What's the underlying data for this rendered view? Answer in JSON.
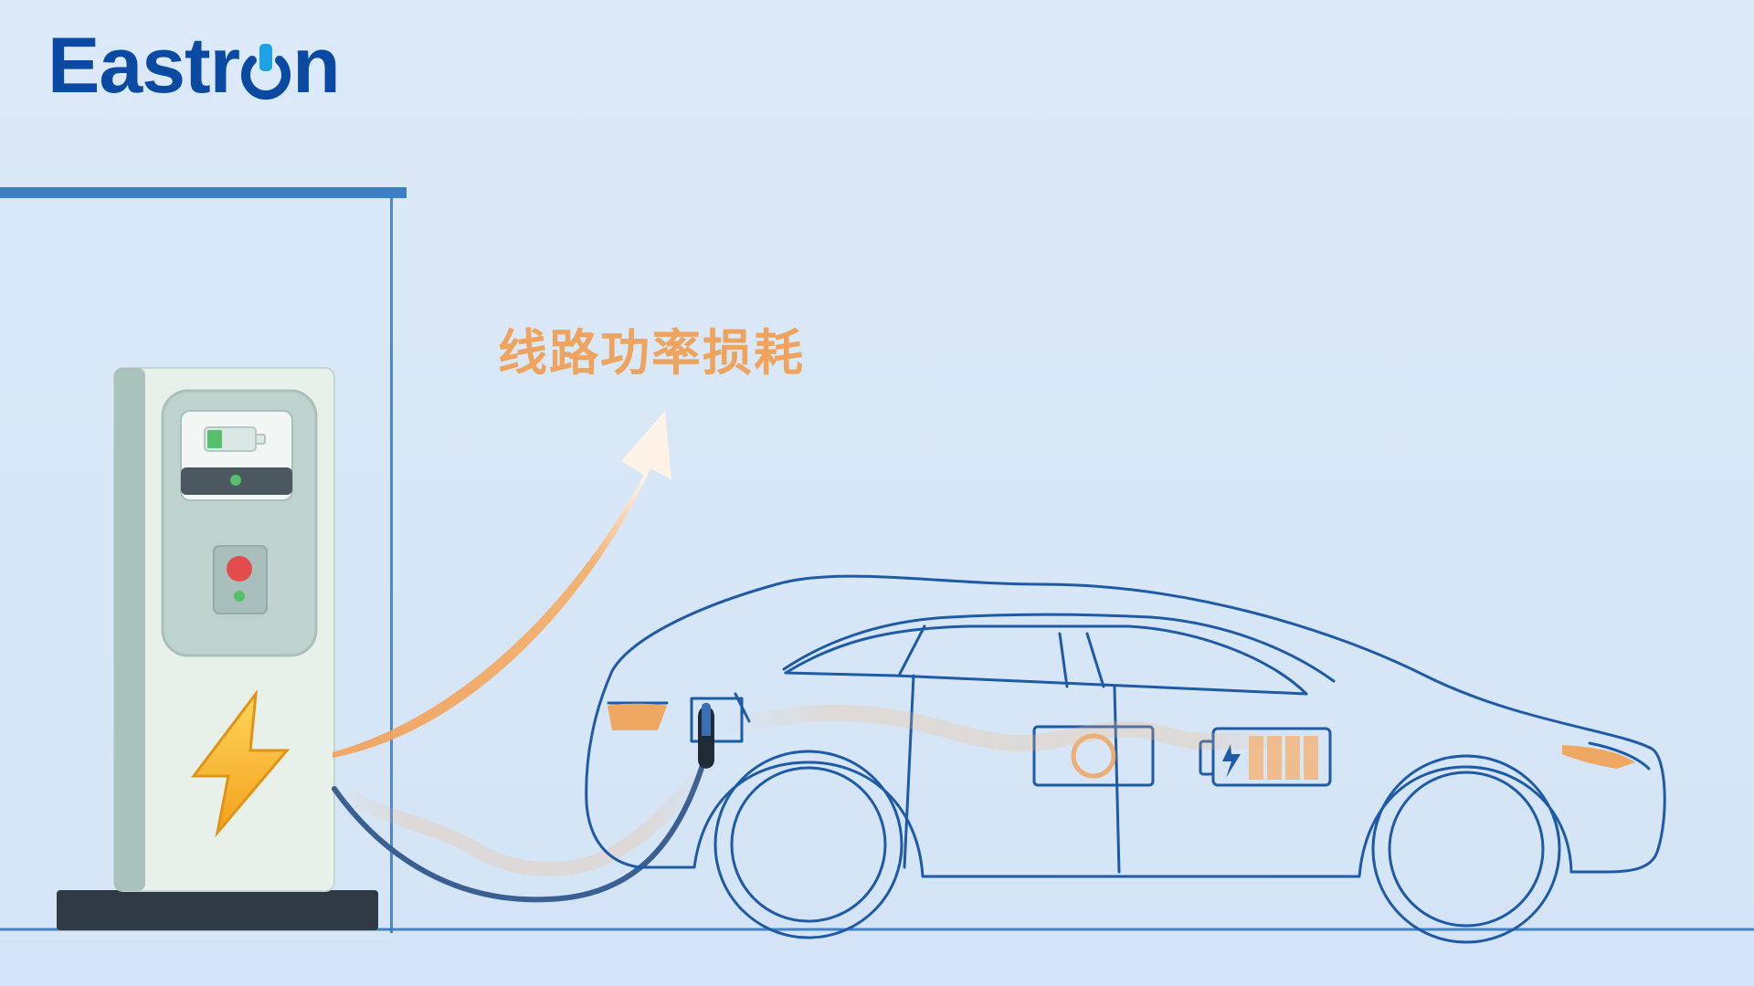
{
  "brand": {
    "name_prefix": "Eastr",
    "name_suffix": "n",
    "color": "#0b4aa2"
  },
  "annotation": {
    "text": "线路功率损耗",
    "color": "#eea35e"
  },
  "icons": {
    "charger_bolt": "lightning-bolt-icon",
    "battery_status": "battery-status-icon",
    "stop_button": "red-stop-button-icon",
    "car_battery": "battery-pack-icon",
    "power_logo_o": "power-symbol-icon"
  },
  "colors": {
    "outline": "#1f5aa6",
    "loss": "#f0a45a",
    "station": "#e6f0ea",
    "base": "#2f3a44"
  }
}
